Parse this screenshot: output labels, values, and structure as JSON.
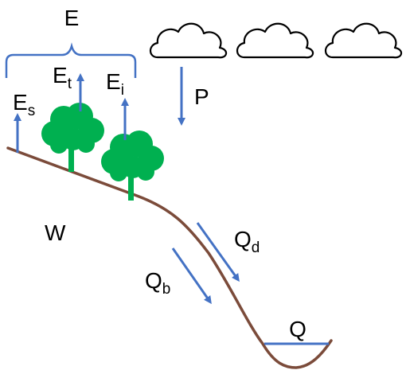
{
  "labels": {
    "E": "E",
    "Es_main": "E",
    "Es_sub": "s",
    "Et_main": "E",
    "Et_sub": "t",
    "Ei_main": "E",
    "Ei_sub": "i",
    "P": "P",
    "W": "W",
    "Qd_main": "Q",
    "Qd_sub": "d",
    "Qb_main": "Q",
    "Qb_sub": "b",
    "Q": "Q"
  },
  "colors": {
    "arrow": "#4472C4",
    "hillslope": "#7B4B3A",
    "tree_foliage": "#00B050",
    "tree_trunk": "#00B050",
    "cloud_stroke": "#000000",
    "text": "#000000"
  },
  "icons": {
    "cloud": "cloud-icon",
    "tree": "tree-icon"
  }
}
